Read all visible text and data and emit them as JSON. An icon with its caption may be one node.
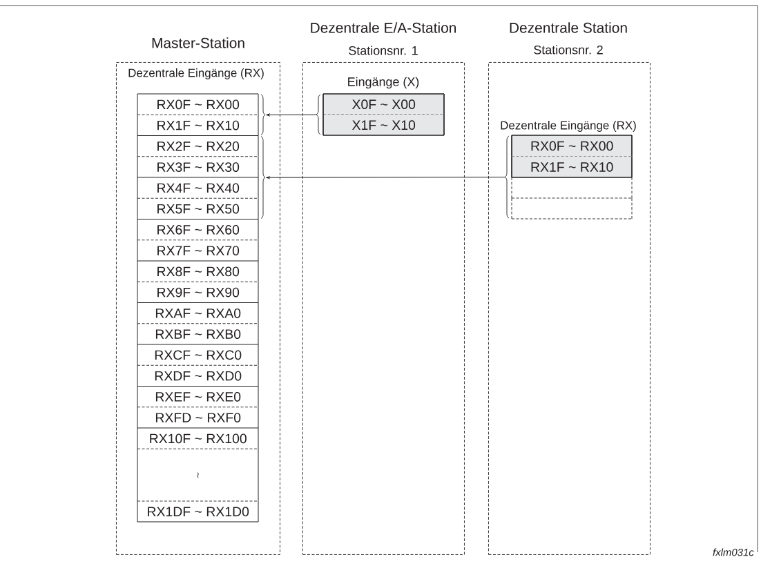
{
  "diagram": {
    "nodes": [
      {
        "text": [
          "Master-Station",
          "Dezentrale Eingänge (RX)"
        ]
      },
      {
        "text": [
          "RX0F ~ RX00"
        ],
        "in": 0
      },
      {
        "text": [
          "RX1F ~ RX10"
        ],
        "in": 0
      },
      {
        "text": [
          "RX2F ~ RX20"
        ],
        "in": 0
      },
      {
        "text": [
          "RX3F ~ RX30"
        ],
        "in": 0
      },
      {
        "text": [
          "RX4F ~ RX40"
        ],
        "in": 0
      },
      {
        "text": [
          "RX5F ~ RX50"
        ],
        "in": 0
      },
      {
        "text": [
          "RX6F ~ RX60"
        ],
        "in": 0
      },
      {
        "text": [
          "RX7F ~ RX70"
        ],
        "in": 0
      },
      {
        "text": [
          "RX8F ~ RX80"
        ],
        "in": 0
      },
      {
        "text": [
          "RX9F ~ RX90"
        ],
        "in": 0
      },
      {
        "text": [
          "RXAF ~ RXA0"
        ],
        "in": 0
      },
      {
        "text": [
          "RXBF ~ RXB0"
        ],
        "in": 0
      },
      {
        "text": [
          "RXCF ~ RXC0"
        ],
        "in": 0
      },
      {
        "text": [
          "RXDF ~ RXD0"
        ],
        "in": 0
      },
      {
        "text": [
          "RXEF ~ RXE0"
        ],
        "in": 0
      },
      {
        "text": [
          "RXFD ~ RXF0"
        ],
        "in": 0
      },
      {
        "text": [
          "RX10F ~ RX100"
        ],
        "in": 0
      },
      {
        "text": [
          "≀"
        ],
        "in": 0
      },
      {
        "text": [
          "RX1DF ~ RX1D0"
        ],
        "in": 0
      },
      {
        "text": [],
        "shape": "brace",
        "in": 0
      },
      {
        "text": [],
        "shape": "brace",
        "in": 0
      },
      {
        "text": [
          "Dezentrale E/A-Station",
          "Stationsnr. 1",
          "Eingänge (X)"
        ]
      },
      {
        "text": [],
        "shape": "brace",
        "in": 22
      },
      {
        "text": [
          "X0F ~ X00"
        ],
        "in": 22
      },
      {
        "text": [
          "X1F ~ X10"
        ],
        "in": 22
      },
      {
        "text": [
          "Dezentrale Station",
          "Stationsnr. 2",
          "Dezentrale Eingänge (RX)"
        ]
      },
      {
        "text": [],
        "shape": "brace",
        "in": 26
      },
      {
        "text": [
          "RX0F ~ RX00"
        ],
        "in": 26
      },
      {
        "text": [
          "RX1F ~ RX10"
        ],
        "in": 26
      },
      {
        "text": [],
        "shape": "box",
        "in": 26
      },
      {
        "text": [],
        "shape": "box",
        "in": 26
      }
    ],
    "edges": [
      {
        "from": 23,
        "to": 20,
        "arrow": "to"
      },
      {
        "from": 27,
        "to": 21,
        "arrow": "to"
      }
    ],
    "labels": [
      "fxlm031c"
    ]
  }
}
